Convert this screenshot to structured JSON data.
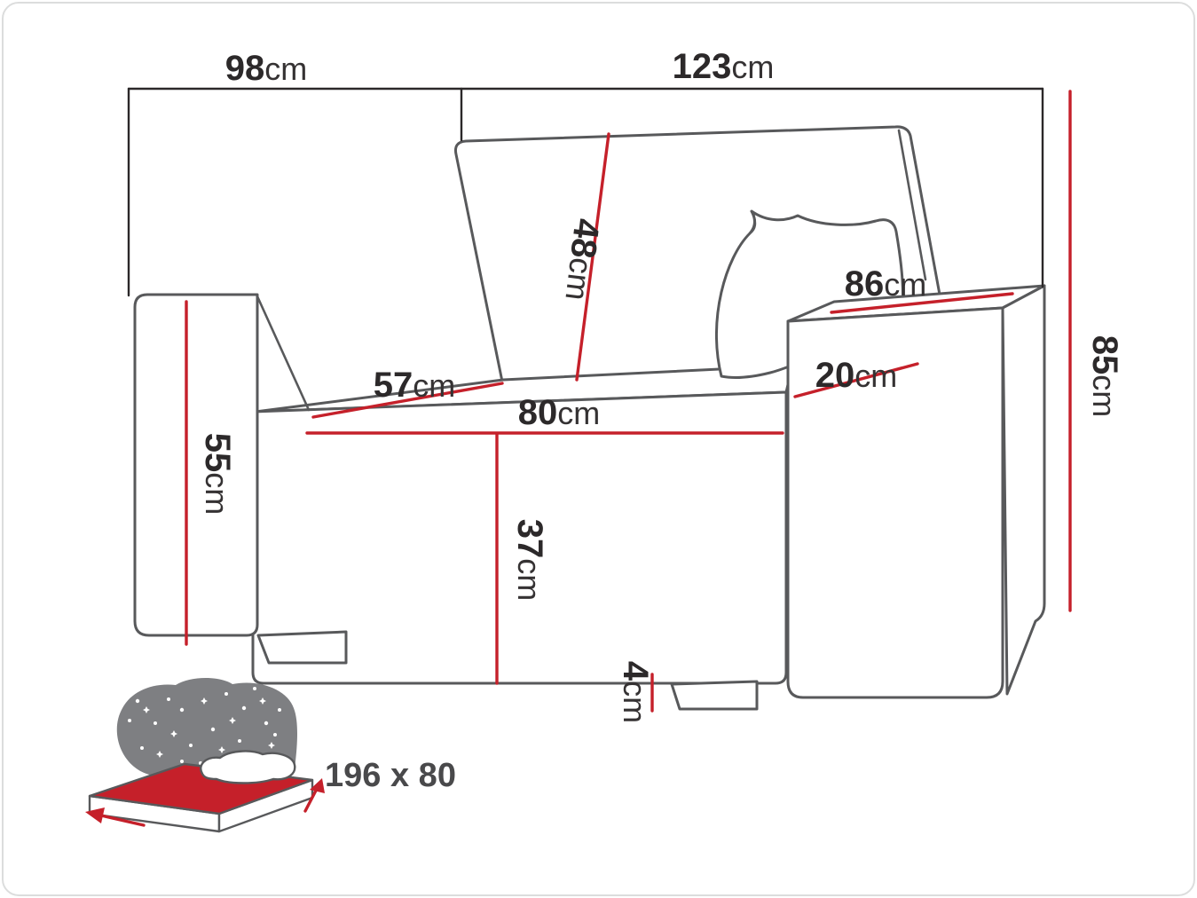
{
  "title": "Armchair dimension diagram",
  "colors": {
    "accent_red": "#c5202a",
    "outline_gray": "#58595b",
    "dimension_black": "#2b2829",
    "label_text": "#2c292a",
    "icon_gray": "#7e7f82"
  },
  "dims": {
    "depth": {
      "value": "98",
      "unit": "cm"
    },
    "width": {
      "value": "123",
      "unit": "cm"
    },
    "height": {
      "value": "85",
      "unit": "cm"
    },
    "backrest": {
      "value": "48",
      "unit": "cm"
    },
    "armrest_top": {
      "value": "86",
      "unit": "cm"
    },
    "armrest_width": {
      "value": "20",
      "unit": "cm"
    },
    "seat_depth": {
      "value": "57",
      "unit": "cm"
    },
    "seat_width": {
      "value": "80",
      "unit": "cm"
    },
    "armrest_height": {
      "value": "55",
      "unit": "cm"
    },
    "seat_height": {
      "value": "37",
      "unit": "cm"
    },
    "legs": {
      "value": "4",
      "unit": "cm"
    }
  },
  "sleeping_area": {
    "label": "196 x 80"
  }
}
